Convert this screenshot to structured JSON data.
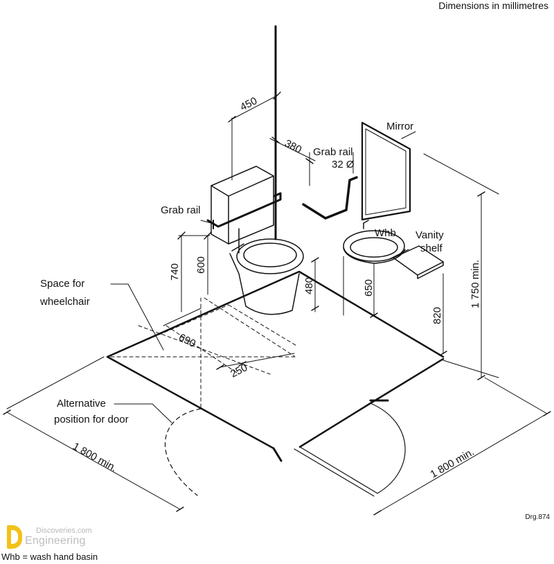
{
  "header": {
    "units_note": "Dimensions in millimetres"
  },
  "labels": {
    "mirror": "Mirror",
    "grab_rail_wall": "Grab rail",
    "grab_rail_diameter": "32 Ø",
    "grab_rail_cistern": "Grab rail",
    "whb": "Whb",
    "vanity_line1": "Vanity",
    "vanity_line2": "shelf",
    "wheelchair_line1": "Space for",
    "wheelchair_line2": "wheelchair",
    "door_line1": "Alternative",
    "door_line2": "position for door"
  },
  "dimensions": {
    "d450": "450",
    "d380": "380",
    "d740": "740",
    "d600": "600",
    "d480": "480",
    "d650": "650",
    "d820": "820",
    "d1750": "1 750 min.",
    "d690": "690",
    "d250": "250",
    "d1800_left": "1 800 min.",
    "d1800_right": "1 800 min."
  },
  "footer": {
    "drawing_number": "Drg.874",
    "legend": "Whb = wash hand basin",
    "logo_top": "Discoveries.com",
    "logo_bottom": "Engineering"
  }
}
